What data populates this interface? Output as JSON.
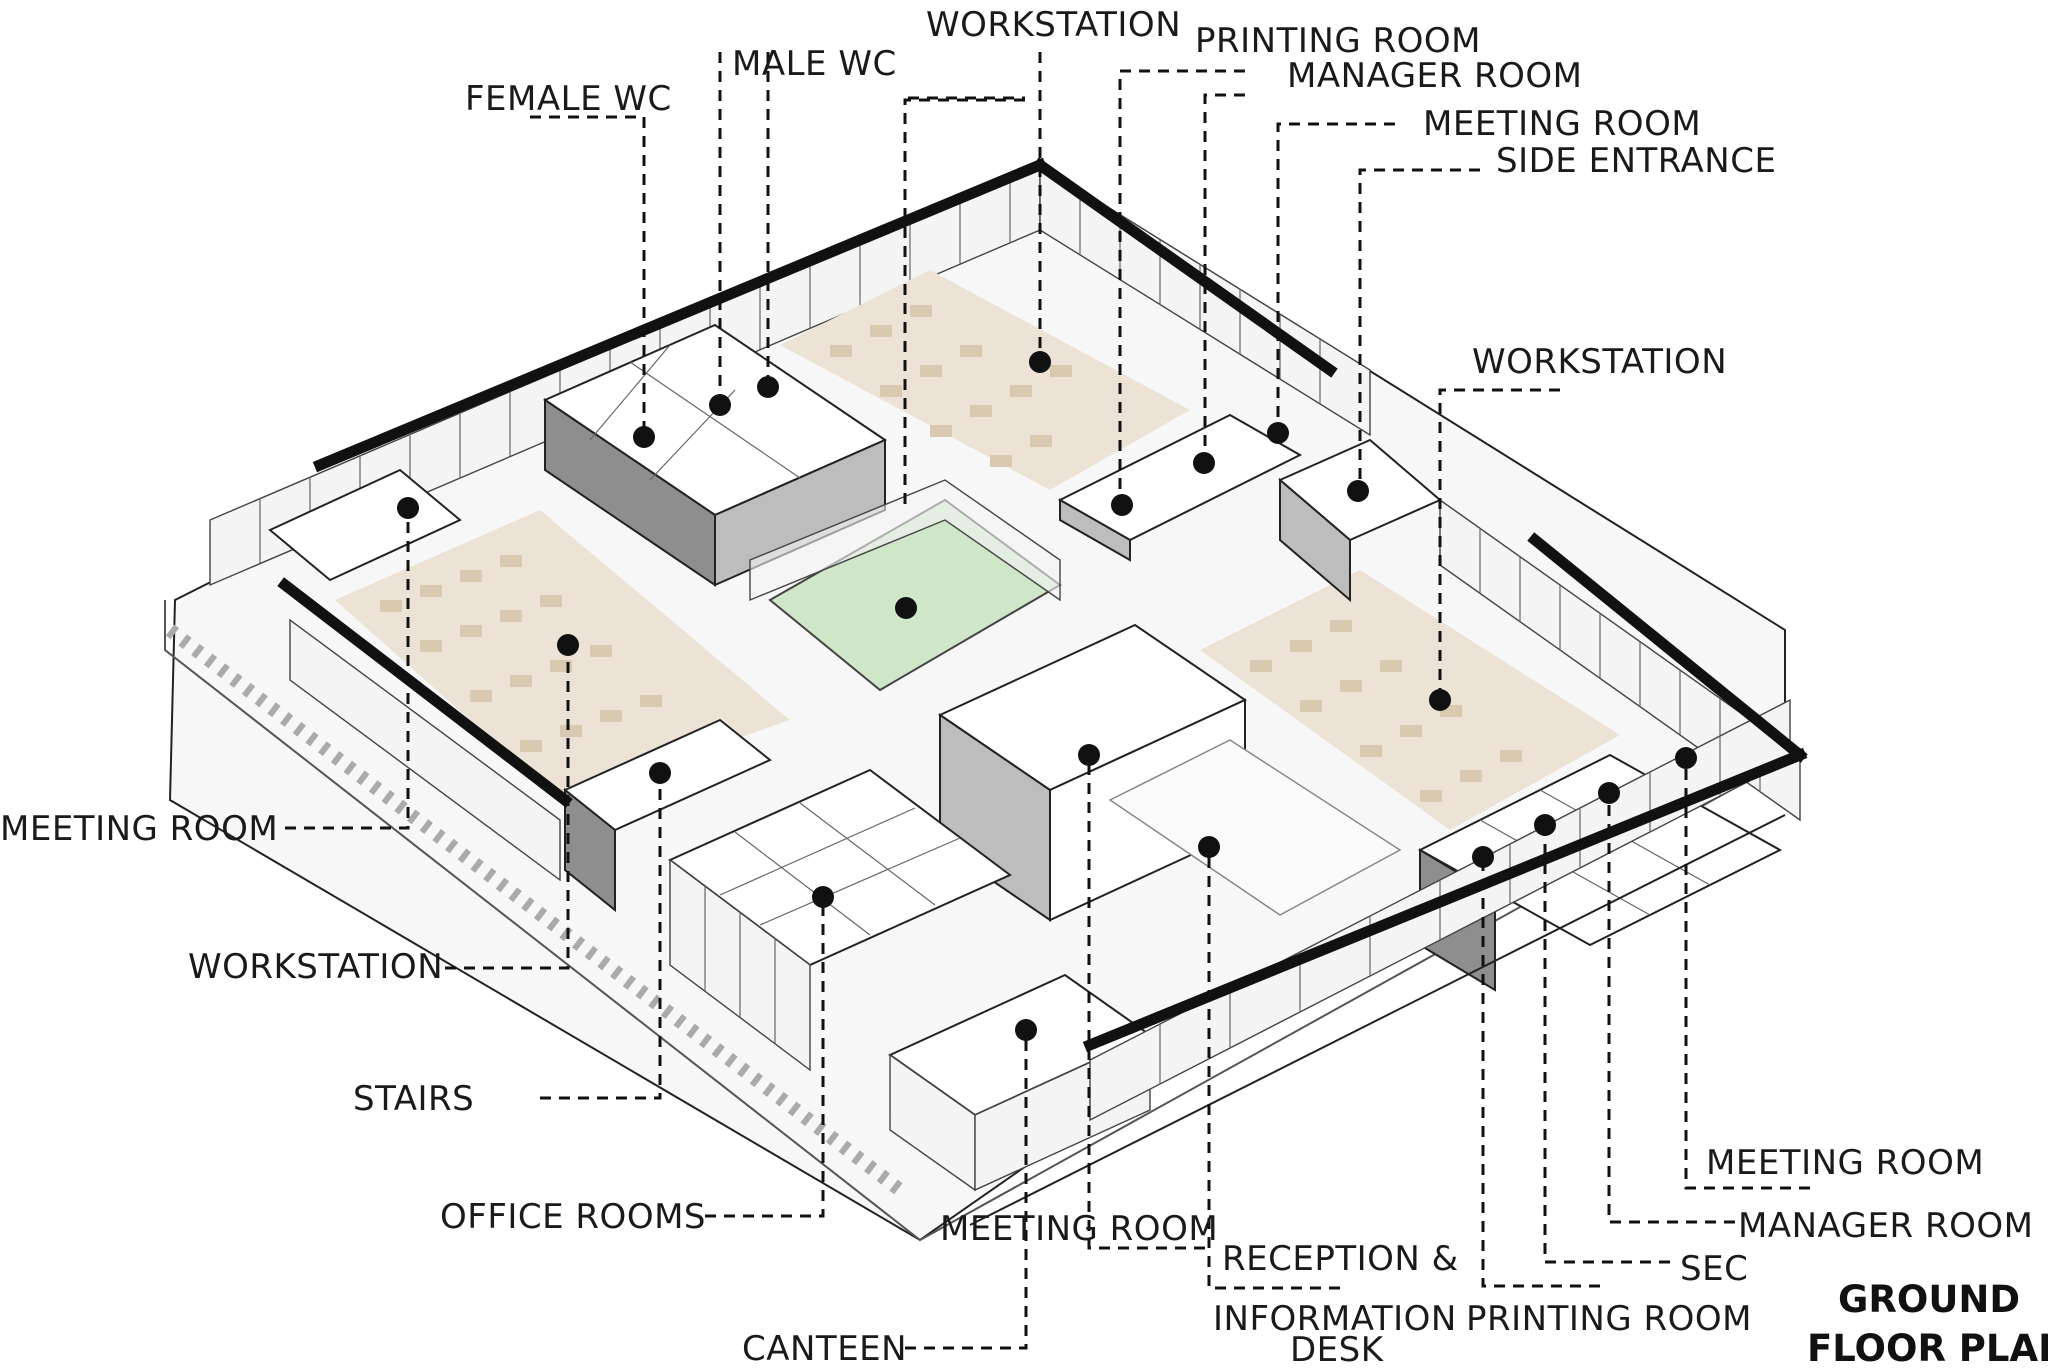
{
  "labels": {
    "workstation_top": "WORKSTATION",
    "printing_room_top": "PRINTING ROOM",
    "male_wc": "MALE WC",
    "manager_room_top": "MANAGER ROOM",
    "female_wc": "FEMALE WC",
    "meeting_room_top": "MEETING ROOM",
    "side_entrance": "SIDE ENTRANCE",
    "workstation_right": "WORKSTATION",
    "meeting_room_left": "MEETING ROOM",
    "workstation_left": "WORKSTATION",
    "stairs": "STAIRS",
    "office_rooms": "OFFICE ROOMS",
    "meeting_room_bottom": "MEETING ROOM",
    "reception_line1": "RECEPTION &",
    "reception_line2": "INFORMATION",
    "reception_line3": "DESK",
    "canteen": "CANTEEN",
    "printing_room_bottom": "PRINTING ROOM",
    "sec": "SEC",
    "manager_room_bottom": "MANAGER ROOM",
    "meeting_room_right": "MEETING ROOM"
  },
  "title": {
    "line1": "GROUND",
    "line2": "FLOOR PLAN"
  },
  "colors": {
    "workstation_floor": "#ece3d6",
    "atrium_green": "#cfe6c8",
    "ink": "#111111"
  }
}
